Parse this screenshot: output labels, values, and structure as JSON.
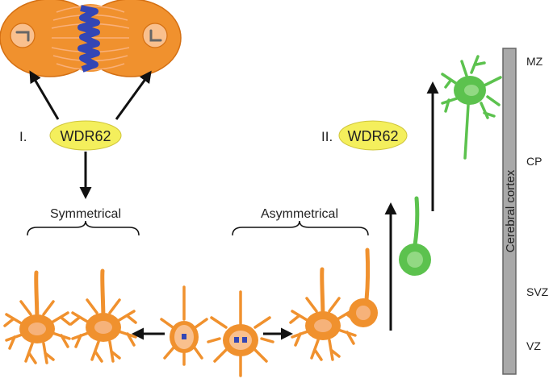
{
  "labels": {
    "panel_one": "I.",
    "panel_one_gene": "WDR62",
    "panel_two": "II.",
    "panel_two_gene": "WDR62",
    "symmetrical": "Symmetrical",
    "asymmetrical": "Asymmetrical",
    "cortex": "Cerebral cortex",
    "layer_mz": "MZ",
    "layer_cp": "CP",
    "layer_svz": "SVZ",
    "layer_vz": "VZ"
  },
  "colors": {
    "progenitor": "#f0912e",
    "progenitor_soma": "#f6b27a",
    "neuron": "#5cc24e",
    "neuron_soma": "#92d983",
    "gene_badge": "#f4ef5c",
    "chromosomes": "#3346b5",
    "cortex_bar": "#a9a9a9",
    "arrow": "#111111"
  }
}
